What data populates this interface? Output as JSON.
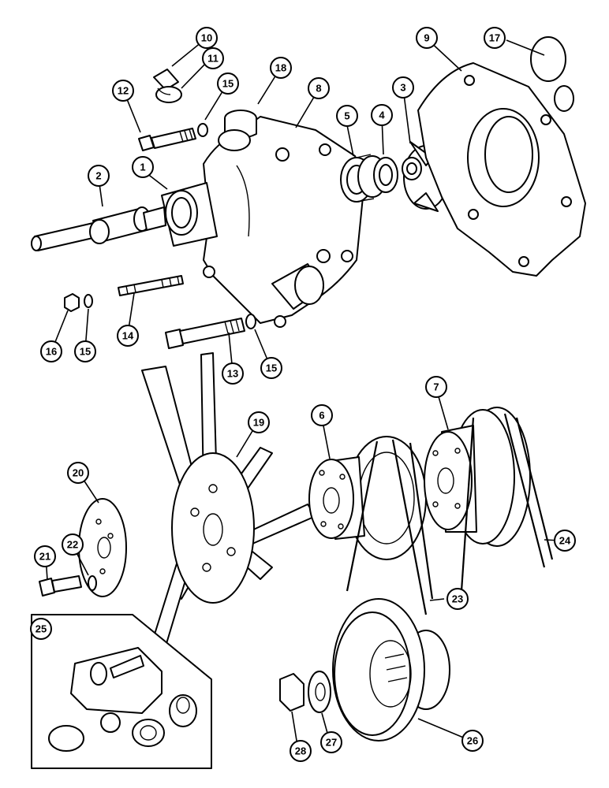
{
  "diagram": {
    "callouts": [
      {
        "id": "c1",
        "label": "1"
      },
      {
        "id": "c2",
        "label": "2"
      },
      {
        "id": "c3",
        "label": "3"
      },
      {
        "id": "c4",
        "label": "4"
      },
      {
        "id": "c5",
        "label": "5"
      },
      {
        "id": "c6",
        "label": "6"
      },
      {
        "id": "c7",
        "label": "7"
      },
      {
        "id": "c8",
        "label": "8"
      },
      {
        "id": "c9",
        "label": "9"
      },
      {
        "id": "c10",
        "label": "10"
      },
      {
        "id": "c11",
        "label": "11"
      },
      {
        "id": "c12",
        "label": "12"
      },
      {
        "id": "c13",
        "label": "13"
      },
      {
        "id": "c14",
        "label": "14"
      },
      {
        "id": "c15a",
        "label": "15"
      },
      {
        "id": "c15b",
        "label": "15"
      },
      {
        "id": "c15c",
        "label": "15"
      },
      {
        "id": "c16",
        "label": "16"
      },
      {
        "id": "c17",
        "label": "17"
      },
      {
        "id": "c18",
        "label": "18"
      },
      {
        "id": "c19",
        "label": "19"
      },
      {
        "id": "c20",
        "label": "20"
      },
      {
        "id": "c21",
        "label": "21"
      },
      {
        "id": "c22",
        "label": "22"
      },
      {
        "id": "c23",
        "label": "23"
      },
      {
        "id": "c24",
        "label": "24"
      },
      {
        "id": "c25",
        "label": "25"
      },
      {
        "id": "c26",
        "label": "26"
      },
      {
        "id": "c27",
        "label": "27"
      },
      {
        "id": "c28",
        "label": "28"
      }
    ],
    "colors": {
      "line": "#000000",
      "background": "#ffffff"
    }
  }
}
